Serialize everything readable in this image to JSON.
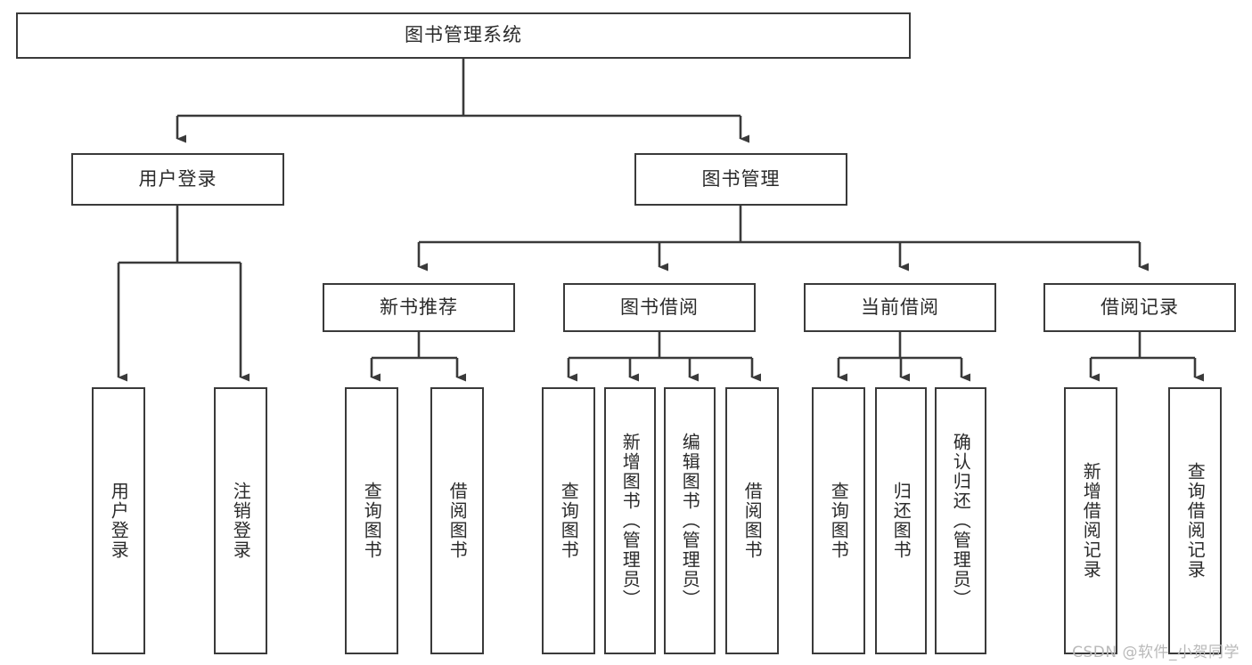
{
  "diagram": {
    "title": "图书管理系统",
    "type": "tree-hierarchy-chart",
    "root": {
      "label": "图书管理系统"
    },
    "level2": [
      {
        "label": "用户登录"
      },
      {
        "label": "图书管理"
      }
    ],
    "level3": [
      {
        "label": "新书推荐"
      },
      {
        "label": "图书借阅"
      },
      {
        "label": "当前借阅"
      },
      {
        "label": "借阅记录"
      }
    ],
    "leaves": [
      {
        "label": "用户登录"
      },
      {
        "label": "注销登录"
      },
      {
        "label": "查询图书"
      },
      {
        "label": "借阅图书"
      },
      {
        "label": "查询图书"
      },
      {
        "label": "新增图书（管理员）"
      },
      {
        "label": "编辑图书（管理员）"
      },
      {
        "label": "借阅图书"
      },
      {
        "label": "查询图书"
      },
      {
        "label": "归还图书"
      },
      {
        "label": "确认归还（管理员）"
      },
      {
        "label": "新增借阅记录"
      },
      {
        "label": "查询借阅记录"
      }
    ],
    "watermark": "CSDN @软件_小贺同学",
    "colors": {
      "background": "#ffffff",
      "box_border": "#3a3a3a",
      "box_fill": "#ffffff",
      "text": "#2b2b2b",
      "connector": "#3a3a3a",
      "watermark": "#b9b9b9"
    }
  }
}
